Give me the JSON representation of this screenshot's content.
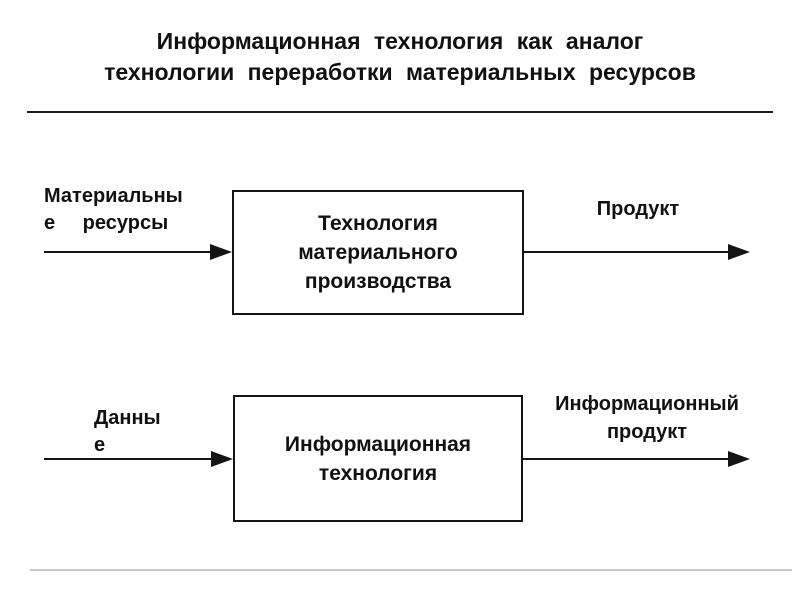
{
  "title": {
    "line1": "Информационная технология как аналог",
    "line2": "технологии переработки материальных ресурсов"
  },
  "flow_material": {
    "input_label": {
      "line1": "Материальны",
      "line2": "е ресурсы"
    },
    "box": {
      "line1": "Технология",
      "line2": "материального",
      "line3": "производства"
    },
    "output_label": "Продукт"
  },
  "flow_information": {
    "input_label": {
      "line1": "Данны",
      "line2": "е"
    },
    "box": {
      "line1": "Информационная",
      "line2": "технология"
    },
    "output_label": {
      "line1": "Информационный",
      "line2": "продукт"
    }
  },
  "colors": {
    "background": "#ffffff",
    "text": "#111111",
    "line": "#141414",
    "box_border": "#141414",
    "bottom_rule": "#c8c8c8"
  }
}
